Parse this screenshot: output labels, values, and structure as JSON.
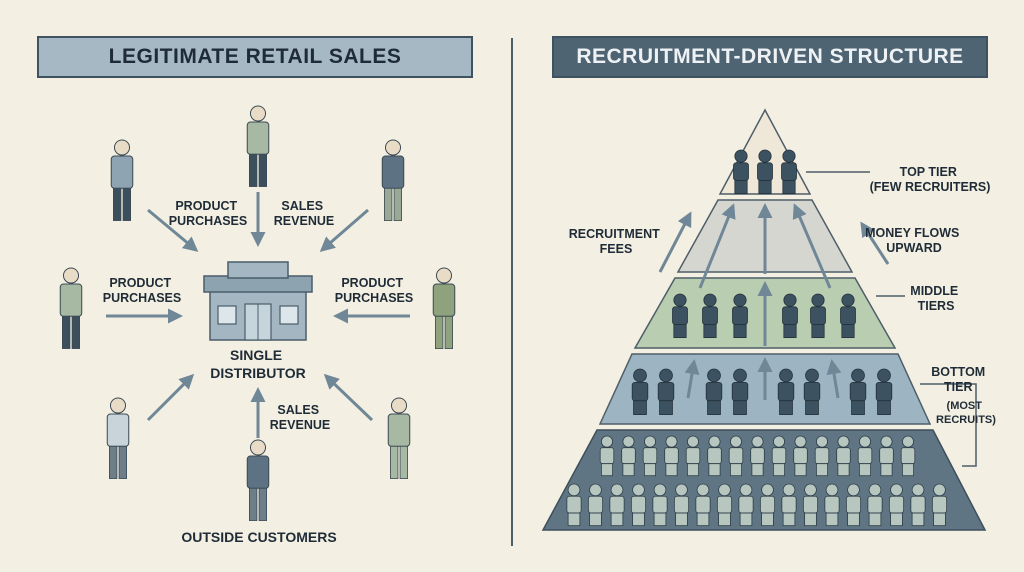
{
  "left": {
    "title": "LEGITIMATE RETAIL SALES",
    "center_label": [
      "SINGLE",
      "DISTRIBUTOR"
    ],
    "bottom_label": "OUTSIDE CUSTOMERS",
    "flow_labels": [
      [
        "PRODUCT",
        "PURCHASES"
      ],
      [
        "SALES",
        "REVENUE"
      ],
      [
        "PRODUCT",
        "PURCHASES"
      ],
      [
        "PRODUCT",
        "PURCHASES"
      ],
      [
        "SALES",
        "REVENUE"
      ]
    ]
  },
  "right": {
    "title": "RECRUITMENT-DRIVEN STRUCTURE",
    "annotations": {
      "top_tier": [
        "TOP TIER",
        "(FEW RECRUITERS)"
      ],
      "money_flows": [
        "MONEY FLOWS",
        "UPWARD"
      ],
      "middle_tiers": [
        "MIDDLE",
        "TIERS"
      ],
      "bottom_tier": [
        "BOTTOM",
        "TIER",
        "(MOST",
        "RECRUITS)"
      ],
      "recruitment_fees": [
        "RECRUITMENT",
        "FEES"
      ]
    }
  },
  "colors": {
    "background": "#f3efe2",
    "header_left": "#a6b8c4",
    "header_right": "#4f6473",
    "tier_top": "#efe8d8",
    "tier_2": "#d6d6d1",
    "tier_3": "#b9cdb1",
    "tier_4": "#9db5c2",
    "tier_5": "#5f7583",
    "figure_dark": "#3d5261",
    "arrow": "#6f8796"
  }
}
